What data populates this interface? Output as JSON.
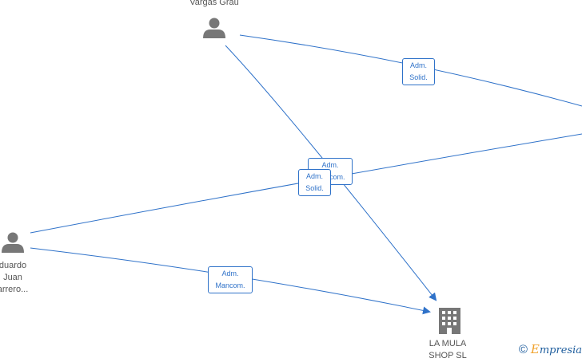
{
  "nodes": {
    "vargas": {
      "name": "Vargas Grau",
      "icon": "person-icon"
    },
    "eduardo": {
      "line1": "duardo",
      "line2": "Juan",
      "line3": "arrero...",
      "icon": "person-icon"
    },
    "company": {
      "line1": "LA MULA",
      "line2": "SHOP SL",
      "icon": "building-icon"
    }
  },
  "edges": {
    "vargas_right": {
      "line1": "Adm.",
      "line2": "Solid."
    },
    "vargas_company": {
      "line1": "Adm.",
      "line2": "Mancom."
    },
    "eduardo_right": {
      "line1": "Adm.",
      "line2": "Solid."
    },
    "eduardo_company": {
      "line1": "Adm.",
      "line2": "Mancom."
    }
  },
  "watermark": {
    "symbol": "©",
    "brand_first": "E",
    "brand_rest": "mpresia"
  },
  "colors": {
    "edge": "#2f72c9",
    "node_icon": "#777777",
    "text": "#555555"
  }
}
